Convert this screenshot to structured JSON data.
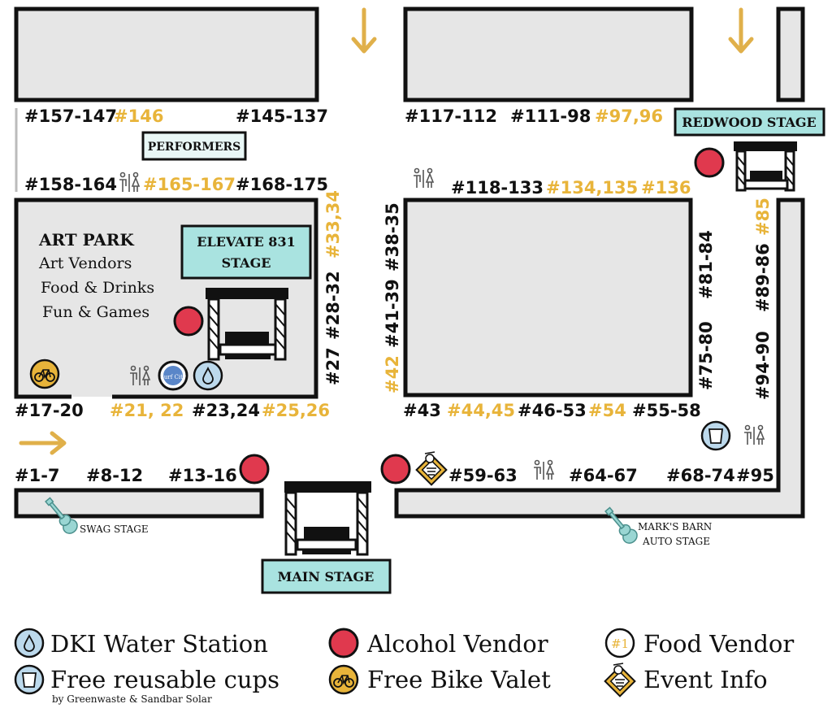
{
  "stages": {
    "redwood": "REDWOOD STAGE",
    "performers": "PERFORMERS",
    "elevate": [
      "ELEVATE 831",
      "STAGE"
    ],
    "main": "MAIN STAGE",
    "swag": "SWAG STAGE",
    "marks_barn": [
      "MARK'S BARN",
      "AUTO STAGE"
    ]
  },
  "art_park": {
    "title": "ART PARK",
    "lines": [
      "Art Vendors",
      "Food & Drinks",
      "Fun & Games"
    ]
  },
  "booth_labels": {
    "top_row": [
      "#157-147",
      "#146",
      "#145-137",
      "#117-112",
      "#111-98",
      "#97,96"
    ],
    "second_row": [
      "#158-164",
      "#165-167",
      "#168-175",
      "#118-133",
      "#134,135",
      "#136"
    ],
    "left_vertical": [
      "#33,34",
      "#28-32",
      "#27"
    ],
    "center_left_vertical": [
      "#38-35",
      "#41-39",
      "#42"
    ],
    "center_right_vertical": [
      "#81-84",
      "#75-80"
    ],
    "right_vertical": [
      "#85",
      "#89-86",
      "#94-90"
    ],
    "lower_row": [
      "#17-20",
      "#21, 22",
      "#23,24",
      "#25,26",
      "#43",
      "#44,45",
      "#46-53",
      "#54",
      "#55-58"
    ],
    "bottom_row": [
      "#1-7",
      "#8-12",
      "#13-16",
      "#59-63",
      "#64-67",
      "#68-74",
      "#95"
    ]
  },
  "legend": {
    "water": "DKI Water Station",
    "cups": "Free reusable cups",
    "cups_sub": "by Greenwaste & Sandbar Solar",
    "alcohol": "Alcohol Vendor",
    "bike": "Free Bike Valet",
    "food_sample": "#1",
    "food": "Food Vendor",
    "info": "Event Info"
  },
  "badge_text": "Surf City",
  "colors": {
    "food_label": "#e8b43a",
    "alcohol": "#e0394e",
    "sign": "#a9e3e0",
    "water": "#bcd9ec",
    "bike": "#e8b43a",
    "block": "#e6e6e6"
  }
}
